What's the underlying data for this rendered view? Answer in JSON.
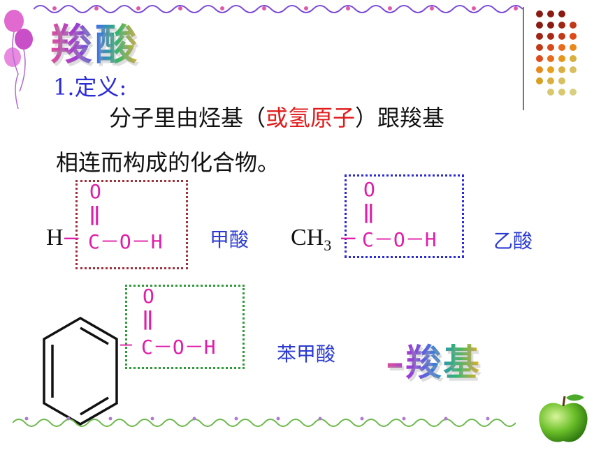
{
  "title": "羧酸",
  "definition": {
    "label": "1.定义:",
    "line1_pre": "分子里由烃基（",
    "line1_red": "或氢原子",
    "line1_post": "）跟羧基",
    "line2": "相连而构成的化合物。"
  },
  "formic": {
    "h_prefix": "H",
    "o_top": "O",
    "bond": "‖",
    "chain": "C－O－H",
    "name": "甲酸"
  },
  "acetic": {
    "prefix_main": "CH",
    "prefix_sub": "3",
    "o_top": "O",
    "bond": "‖",
    "chain": "C－O－H",
    "name": "乙酸"
  },
  "benzoic": {
    "o_top": "O",
    "bond": "‖",
    "chain": "C－O－H",
    "name": "苯甲酸"
  },
  "carboxyl_label": "–羧基",
  "colors": {
    "blue": "#2b2bd6",
    "red": "#e01b1b",
    "magenta": "#e01ea8"
  }
}
